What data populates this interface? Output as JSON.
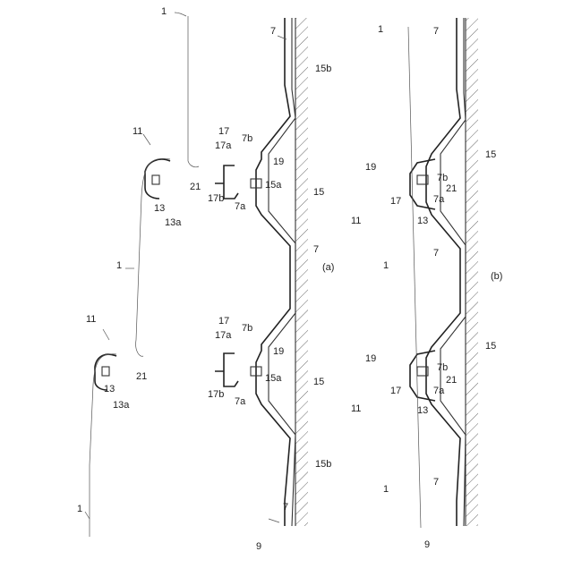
{
  "figure_labels": {
    "a": "(a)",
    "b": "(b)"
  },
  "reference_numerals": {
    "roofing_material": "1",
    "ridge_member": "7",
    "ridge_flange_a": "7a",
    "ridge_flange_b": "7b",
    "base": "9",
    "unit": "11",
    "cap": "13",
    "cap_lip": "13a",
    "bracket": "15",
    "bracket_tab": "15a",
    "bracket_foot": "15b",
    "clip": "17",
    "clip_arm_a": "17a",
    "clip_arm_b": "17b",
    "bolt": "19",
    "nut": "21"
  }
}
